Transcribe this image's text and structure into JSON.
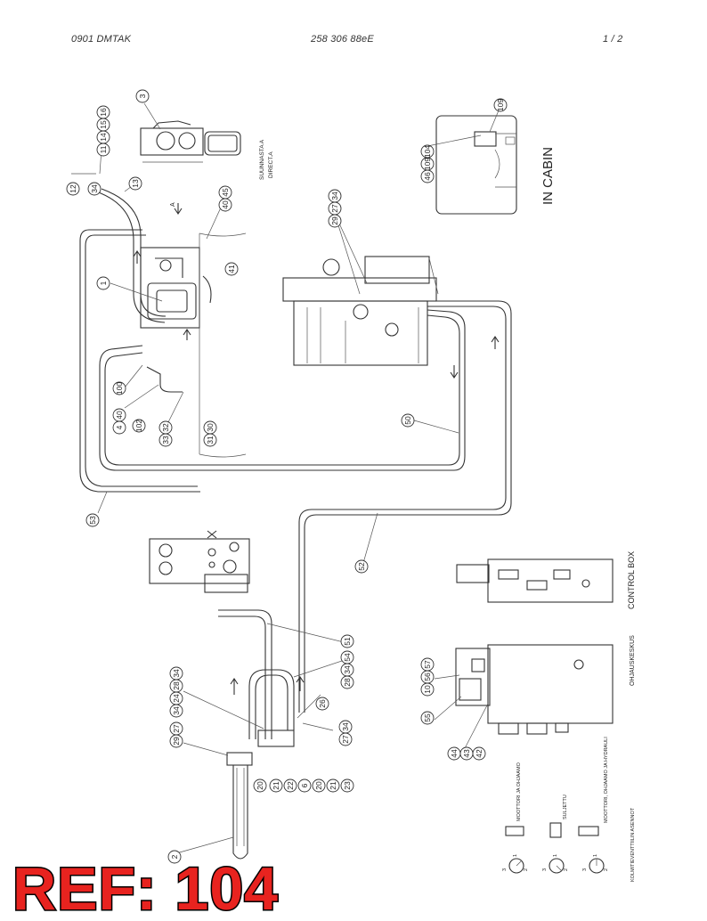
{
  "header": {
    "left": "0901  DMTAK",
    "center": "258 306 88eE",
    "right": "1 /  2"
  },
  "labels": {
    "in_cabin": "IN CABIN",
    "control_box": "CONTROL BOX",
    "ohjauskeskus": "OHJAUSKESKUS",
    "suunnasta": "SUUNNASTA  A",
    "direct": "DIRECT.A",
    "arrow_a": "A",
    "moottori_1": "MOOTTORI  JA  OHJAAMO",
    "suljettu": "SULJETTU",
    "moottori_2": "MOOTTORI, OHJAAMO  JA  HYDRAULI",
    "kolmitie": "KOLMITIEVENTTIILIN  ASENNOT"
  },
  "callouts": {
    "c3": "3",
    "c11": "11",
    "c14": "14",
    "c15": "15",
    "c16": "16",
    "c12": "12",
    "c34a": "34",
    "c13": "13",
    "c40": "40",
    "c45": "45",
    "c1": "1",
    "c41": "41",
    "c100": "100",
    "c4": "4",
    "c40b": "40",
    "c102": "102",
    "c33": "33",
    "c32": "32",
    "c31": "31",
    "c30": "30",
    "c29": "29",
    "c27": "27",
    "c34b": "34",
    "c109": "109",
    "c46": "46",
    "c104": "104",
    "c50": "50",
    "c53": "53",
    "c52": "52",
    "c54": "54",
    "c51": "51",
    "c57": "57",
    "c56": "56",
    "c10": "10",
    "c55": "55",
    "c44": "44",
    "c43": "43",
    "c42": "42",
    "c2": "2",
    "c20a": "20",
    "c21a": "21",
    "c22": "22",
    "c6": "6",
    "c20b": "20",
    "c21b": "21",
    "c23": "23",
    "c28a": "28",
    "c28b": "28",
    "c26": "26",
    "c24": "24",
    "c27b": "27",
    "c34c": "34",
    "c34d": "34",
    "c34e": "34"
  },
  "valve_positions": {
    "p3": "3",
    "p1": "1",
    "p2": "2"
  },
  "ref_label": "REF: 104"
}
